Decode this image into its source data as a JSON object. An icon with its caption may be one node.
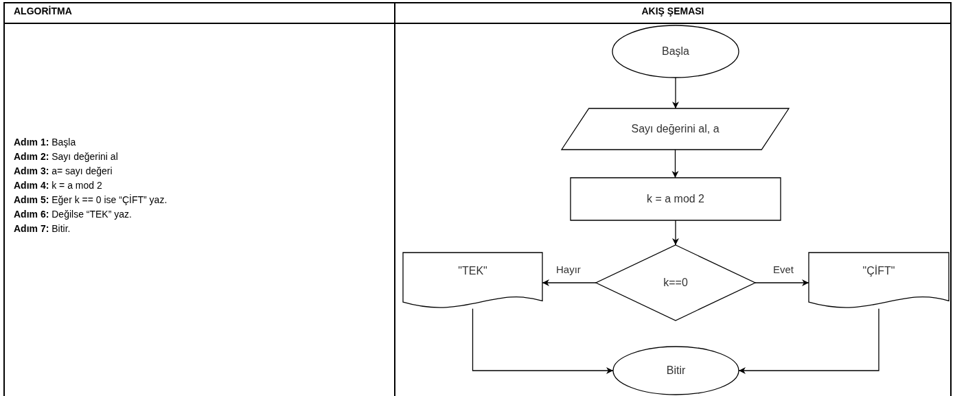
{
  "diagram": {
    "nodes": [
      {
        "text": [
          "Başla"
        ]
      },
      {
        "text": [
          "Sayı değerini al, a"
        ]
      },
      {
        "text": [
          "k = a mod 2"
        ]
      },
      {
        "text": [
          "k==0"
        ]
      },
      {
        "text": [
          "\"TEK\""
        ]
      },
      {
        "text": [
          "\"ÇİFT\""
        ]
      },
      {
        "text": [
          "Bitir"
        ]
      }
    ],
    "edges": [
      {
        "from": 0,
        "to": 1,
        "arrow": "to"
      },
      {
        "from": 1,
        "to": 2,
        "arrow": "to"
      },
      {
        "from": 2,
        "to": 3,
        "arrow": "to"
      },
      {
        "from": 3,
        "to": 4,
        "arrow": "to",
        "label": "Hayır"
      },
      {
        "from": 3,
        "to": 5,
        "arrow": "to",
        "label": "Evet"
      },
      {
        "from": 4,
        "to": 6,
        "arrow": "to"
      },
      {
        "from": 5,
        "to": 6,
        "arrow": "to"
      }
    ],
    "labels": [
      "ALGORİTMA",
      "AKIŞ ŞEMASI",
      "**Adım 1:** Başla",
      "**Adım 2:** Sayı değerini al",
      "**Adım 3:** a= sayı değeri",
      "**Adım 4:** k = a mod 2",
      "**Adım 5:** Eğer k == 0 ise “ÇİFT” yaz.",
      "**Adım 6:** Değilse “TEK” yaz.",
      "**Adım 7:** Bitir."
    ]
  }
}
